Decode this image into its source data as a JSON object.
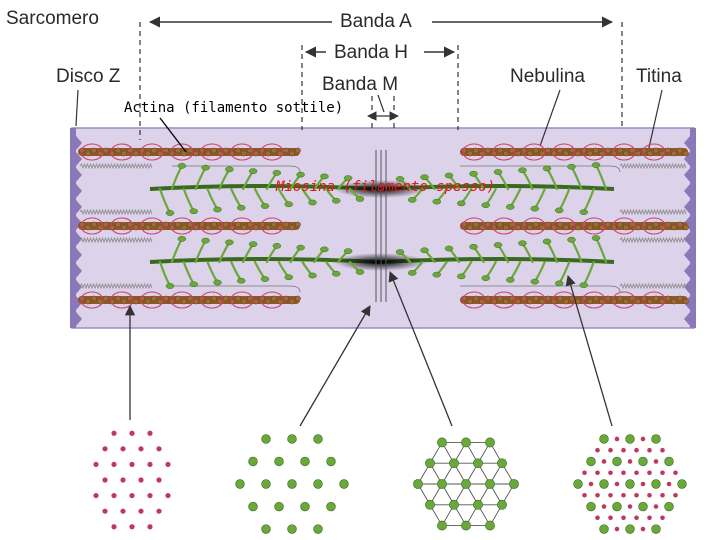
{
  "labels": {
    "sarcomere": "Sarcomero",
    "band_a": "Banda A",
    "band_h": "Banda H",
    "band_m": "Banda M",
    "z_disc": "Disco Z",
    "nebulin": "Nebulina",
    "titin": "Titina",
    "actin": "Actina (filamento sottile)",
    "myosin": "Miosina (filamento spesso)"
  },
  "colors": {
    "background": "#ffffff",
    "sarcomere_fill": "#dcd2ea",
    "z_disc": "#8a78b8",
    "actin": "#8b5a2b",
    "nebulin": "#d23c6a",
    "myosin": "#6aa83a",
    "myosin_core": "#1a1a1a",
    "actin_dot": "#c0385e",
    "myosin_dot": "#6aa83a",
    "lattice_line": "#555555",
    "myosin_label": "#e01818"
  },
  "cross_sections": [
    {
      "region": "I",
      "pattern": "actin"
    },
    {
      "region": "H",
      "pattern": "myosin"
    },
    {
      "region": "M",
      "pattern": "myosin-lattice"
    },
    {
      "region": "A-overlap",
      "pattern": "mixed"
    }
  ]
}
